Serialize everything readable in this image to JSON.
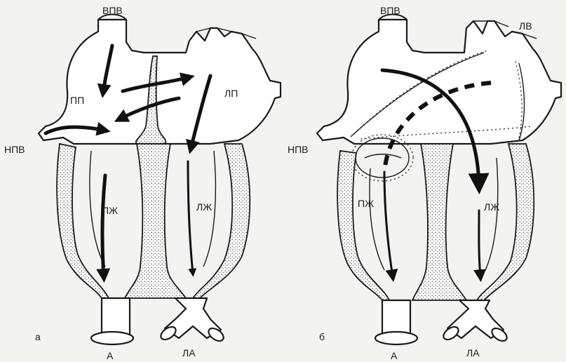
{
  "panel_a": {
    "letter": "а",
    "labels": {
      "svc": "ВПВ",
      "ra": "ПП",
      "la": "ЛП",
      "ivc": "НПВ",
      "rv": "ПЖ",
      "lv": "ЛЖ",
      "aorta": "А",
      "pa": "ЛА"
    }
  },
  "panel_b": {
    "letter": "б",
    "labels": {
      "svc": "ВПВ",
      "pv": "ЛВ",
      "ivc": "НПВ",
      "rv": "ПЖ",
      "lv": "ЛЖ",
      "aorta": "А",
      "pa": "ЛА"
    }
  }
}
